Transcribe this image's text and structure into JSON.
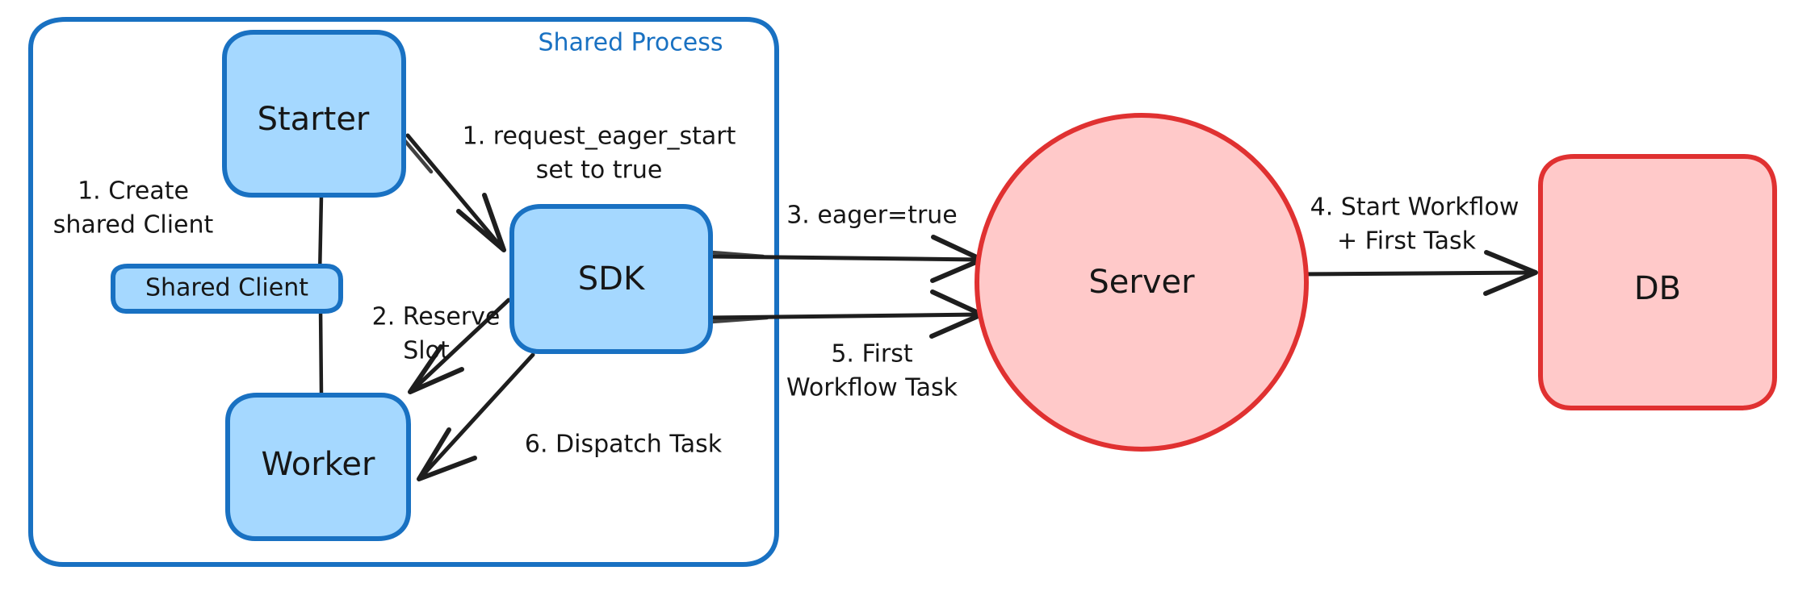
{
  "diagram": {
    "title": "Shared Process eager workflow start flow",
    "colors": {
      "node_blue_fill": "#A5D8FF",
      "node_blue_stroke": "#1971C2",
      "node_red_fill": "#FFC9C9",
      "node_red_stroke": "#E03131",
      "connector": "#1e1e1e",
      "text": "#161616",
      "group_title": "#1971C2",
      "background": "#ffffff"
    },
    "groups": [
      {
        "id": "shared-process",
        "label": "Shared Process",
        "label_color": "#1971C2",
        "stroke": "#1971C2"
      }
    ],
    "nodes": [
      {
        "id": "starter",
        "label": "Starter",
        "shape": "rounded-rect",
        "fill": "#A5D8FF",
        "stroke": "#1971C2"
      },
      {
        "id": "shared-client",
        "label": "Shared Client",
        "shape": "rounded-rect",
        "fill": "#A5D8FF",
        "stroke": "#1971C2"
      },
      {
        "id": "worker",
        "label": "Worker",
        "shape": "rounded-rect",
        "fill": "#A5D8FF",
        "stroke": "#1971C2"
      },
      {
        "id": "sdk",
        "label": "SDK",
        "shape": "rounded-rect",
        "fill": "#A5D8FF",
        "stroke": "#1971C2"
      },
      {
        "id": "server",
        "label": "Server",
        "shape": "ellipse",
        "fill": "#FFC9C9",
        "stroke": "#E03131"
      },
      {
        "id": "db",
        "label": "DB",
        "shape": "rounded-rect",
        "fill": "#FFC9C9",
        "stroke": "#E03131"
      }
    ],
    "edges": [
      {
        "id": "edge-create-shared-client",
        "from": "starter",
        "to": "worker",
        "arrow": false,
        "label_lines": [
          "1. Create",
          "shared Client"
        ]
      },
      {
        "id": "edge-request-eager-start",
        "from": "starter",
        "to": "sdk",
        "arrow": true,
        "label_lines": [
          "1. request_eager_start",
          "set to true"
        ]
      },
      {
        "id": "edge-reserve-slot",
        "from": "sdk",
        "to": "worker",
        "arrow": true,
        "label_lines": [
          "2. Reserve",
          "Slot"
        ]
      },
      {
        "id": "edge-eager-true",
        "from": "sdk",
        "to": "server",
        "arrow": true,
        "label_lines": [
          "3. eager=true"
        ]
      },
      {
        "id": "edge-start-workflow",
        "from": "server",
        "to": "db",
        "arrow": true,
        "label_lines": [
          "4. Start Workflow",
          "+ First Task"
        ]
      },
      {
        "id": "edge-first-workflow-task",
        "from": "server",
        "to": "sdk",
        "arrow": true,
        "label_lines": [
          "5. First",
          "Workflow Task"
        ]
      },
      {
        "id": "edge-dispatch-task",
        "from": "sdk",
        "to": "worker",
        "arrow": true,
        "label_lines": [
          "6. Dispatch Task"
        ]
      }
    ]
  }
}
